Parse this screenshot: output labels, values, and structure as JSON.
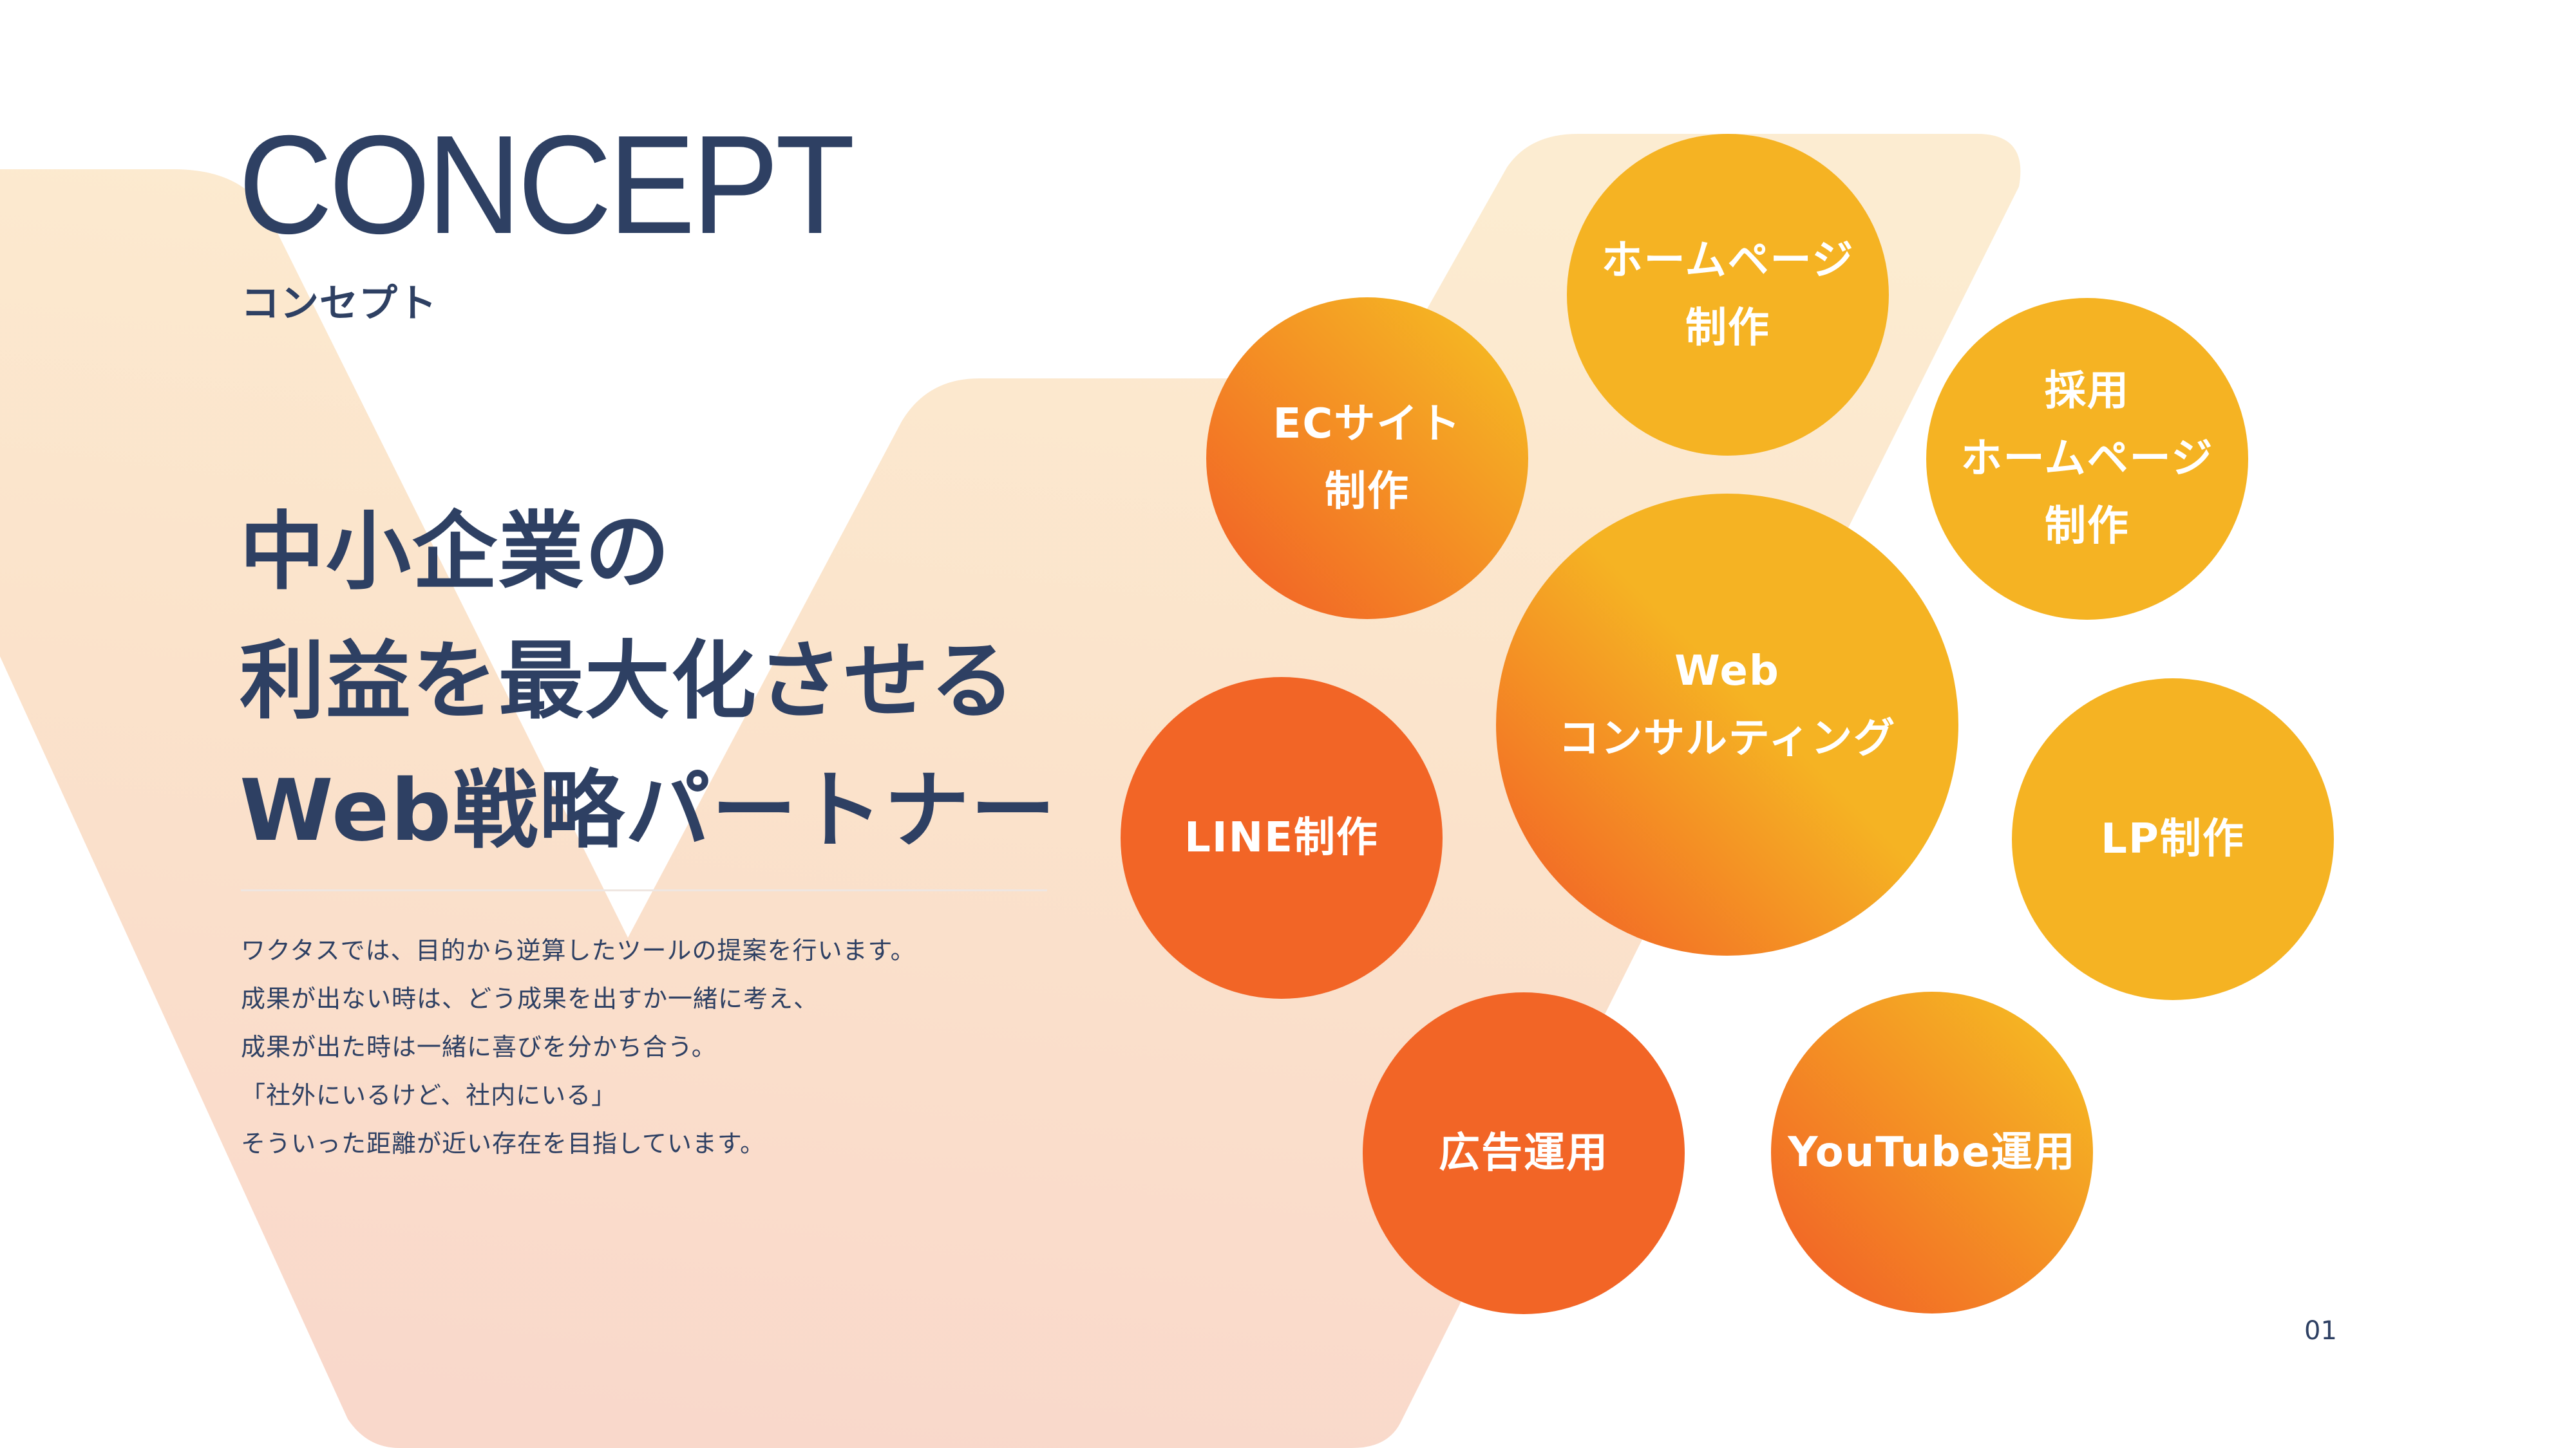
{
  "header": {
    "title_en": "CONCEPT",
    "title_ja": "コンセプト"
  },
  "headline": {
    "lines": [
      "中小企業の",
      "利益を最大化させる",
      "Web戦略パートナー"
    ]
  },
  "body": {
    "lines": [
      "ワクタスでは、目的から逆算したツールの提案を行います。",
      "成果が出ない時は、どう成果を出すか一緒に考え、",
      "成果が出た時は一緒に喜びを分かち合う。",
      "「社外にいるけど、社内にいる」",
      "そういった距離が近い存在を目指しています。"
    ]
  },
  "services": [
    {
      "id": "homepage",
      "lines": [
        "ホームページ",
        "制作"
      ],
      "style": "yellow"
    },
    {
      "id": "ec",
      "lines": [
        "ECサイト",
        "制作"
      ],
      "style": "gradient"
    },
    {
      "id": "recruit",
      "lines": [
        "採用",
        "ホームページ",
        "制作"
      ],
      "style": "yellow"
    },
    {
      "id": "web-consulting",
      "lines": [
        "Web",
        "コンサルティング"
      ],
      "style": "gradient"
    },
    {
      "id": "line",
      "lines": [
        "LINE制作"
      ],
      "style": "orange"
    },
    {
      "id": "lp",
      "lines": [
        "LP制作"
      ],
      "style": "yellow"
    },
    {
      "id": "ads",
      "lines": [
        "広告運用"
      ],
      "style": "orange"
    },
    {
      "id": "youtube",
      "lines": [
        "YouTube運用"
      ],
      "style": "gradient"
    }
  ],
  "colors": {
    "navy": "#2e4063",
    "orange": "#f26526",
    "yellow": "#f5b323",
    "bg_peach_top": "#fbe6cd",
    "bg_peach_bottom": "#f9d8cb",
    "bg_band_light": "#fbecd0"
  },
  "footer": {
    "page_number": "01"
  }
}
